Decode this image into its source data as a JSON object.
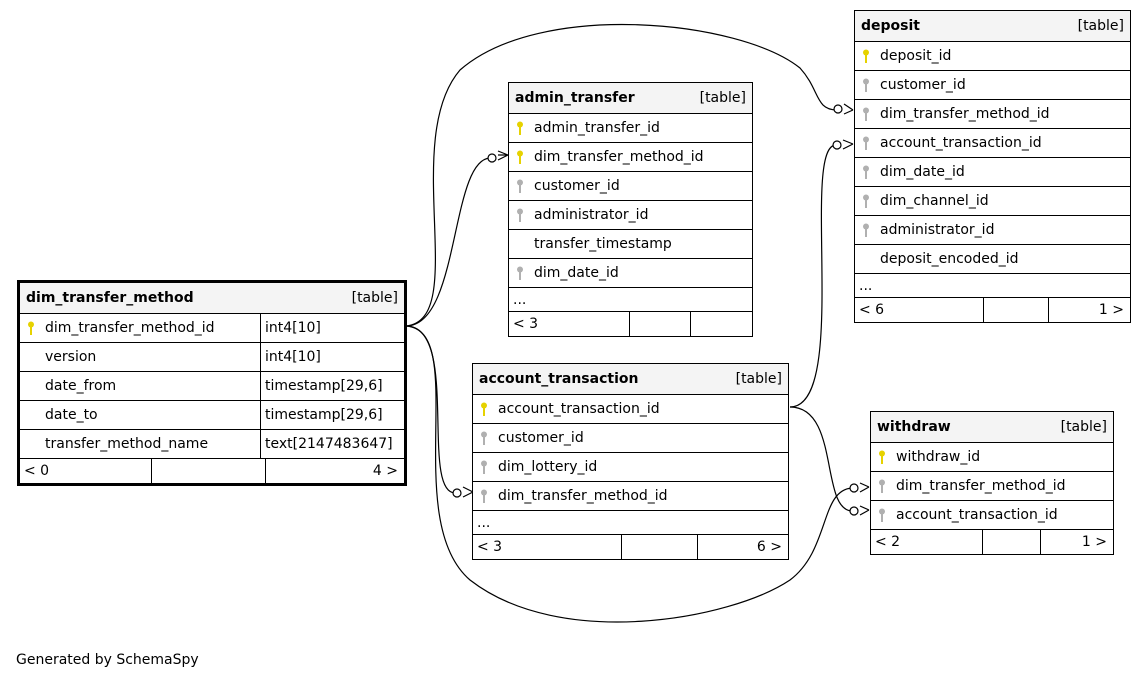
{
  "icons": {
    "primary_key": "key-icon",
    "foreign_key": "key-icon",
    "primary_key_color": "#e6d200",
    "foreign_key_color": "#b0b0b0"
  },
  "table_tag": "[table]",
  "more_columns": "...",
  "tables": {
    "dim_transfer_method": {
      "name": "dim_transfer_method",
      "columns": [
        {
          "name": "dim_transfer_method_id",
          "type": "int4[10]",
          "key": "primary"
        },
        {
          "name": "version",
          "type": "int4[10]",
          "key": ""
        },
        {
          "name": "date_from",
          "type": "timestamp[29,6]",
          "key": ""
        },
        {
          "name": "date_to",
          "type": "timestamp[29,6]",
          "key": ""
        },
        {
          "name": "transfer_method_name",
          "type": "text[2147483647]",
          "key": ""
        }
      ],
      "footer": {
        "parents": "< 0",
        "middle": "",
        "children": "4 >"
      }
    },
    "admin_transfer": {
      "name": "admin_transfer",
      "columns": [
        {
          "name": "admin_transfer_id",
          "key": "primary"
        },
        {
          "name": "dim_transfer_method_id",
          "key": "primary"
        },
        {
          "name": "customer_id",
          "key": "foreign"
        },
        {
          "name": "administrator_id",
          "key": "foreign"
        },
        {
          "name": "transfer_timestamp",
          "key": ""
        },
        {
          "name": "dim_date_id",
          "key": "foreign"
        }
      ],
      "footer": {
        "parents": "< 3",
        "middle": "",
        "children": ""
      }
    },
    "account_transaction": {
      "name": "account_transaction",
      "columns": [
        {
          "name": "account_transaction_id",
          "key": "primary"
        },
        {
          "name": "customer_id",
          "key": "foreign"
        },
        {
          "name": "dim_lottery_id",
          "key": "foreign"
        },
        {
          "name": "dim_transfer_method_id",
          "key": "foreign"
        }
      ],
      "footer": {
        "parents": "< 3",
        "middle": "",
        "children": "6 >"
      }
    },
    "deposit": {
      "name": "deposit",
      "columns": [
        {
          "name": "deposit_id",
          "key": "primary"
        },
        {
          "name": "customer_id",
          "key": "foreign"
        },
        {
          "name": "dim_transfer_method_id",
          "key": "foreign"
        },
        {
          "name": "account_transaction_id",
          "key": "foreign"
        },
        {
          "name": "dim_date_id",
          "key": "foreign"
        },
        {
          "name": "dim_channel_id",
          "key": "foreign"
        },
        {
          "name": "administrator_id",
          "key": "foreign"
        },
        {
          "name": "deposit_encoded_id",
          "key": ""
        }
      ],
      "footer": {
        "parents": "< 6",
        "middle": "",
        "children": "1 >"
      }
    },
    "withdraw": {
      "name": "withdraw",
      "columns": [
        {
          "name": "withdraw_id",
          "key": "primary"
        },
        {
          "name": "dim_transfer_method_id",
          "key": "foreign"
        },
        {
          "name": "account_transaction_id",
          "key": "foreign"
        }
      ],
      "footer": {
        "parents": "< 2",
        "middle": "",
        "children": "1 >"
      }
    }
  },
  "relationships": [
    {
      "from": "dim_transfer_method.dim_transfer_method_id",
      "to": "admin_transfer.dim_transfer_method_id"
    },
    {
      "from": "dim_transfer_method.dim_transfer_method_id",
      "to": "account_transaction.dim_transfer_method_id"
    },
    {
      "from": "dim_transfer_method.dim_transfer_method_id",
      "to": "deposit.dim_transfer_method_id"
    },
    {
      "from": "dim_transfer_method.dim_transfer_method_id",
      "to": "withdraw.dim_transfer_method_id"
    },
    {
      "from": "account_transaction.account_transaction_id",
      "to": "deposit.account_transaction_id"
    },
    {
      "from": "account_transaction.account_transaction_id",
      "to": "withdraw.account_transaction_id"
    }
  ],
  "footer_text": "Generated by SchemaSpy"
}
